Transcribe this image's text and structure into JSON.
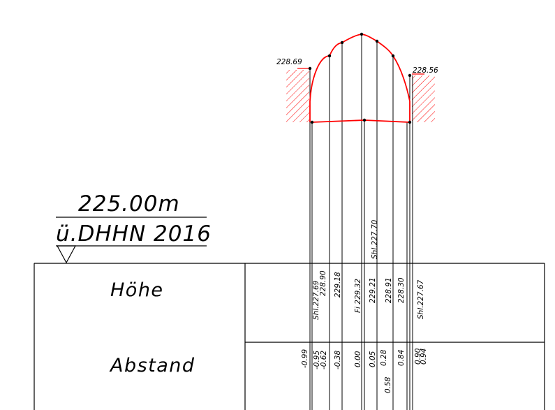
{
  "datum": {
    "elevation": "225.00m",
    "reference": "ü.DHHN 2016"
  },
  "rows": {
    "height_label": "Höhe",
    "distance_label": "Abstand"
  },
  "profile": {
    "left_top_elevation": "228.69",
    "right_top_elevation": "228.56",
    "crown_label": "Shl.227.70",
    "outline_color": "#ff0000",
    "hatch_color": "#ff0000"
  },
  "heights": [
    "Shl.227.69",
    "228.90",
    "229.18",
    "Fi 229.32",
    "229.21",
    "228.91",
    "228.30",
    "Shl.227.67"
  ],
  "distances": [
    "-0.99",
    "-0.95",
    "-0.62",
    "-0.38",
    "0.00",
    "0.05",
    "0.28",
    "0.58",
    "0.84",
    "0.90",
    "0.94"
  ]
}
